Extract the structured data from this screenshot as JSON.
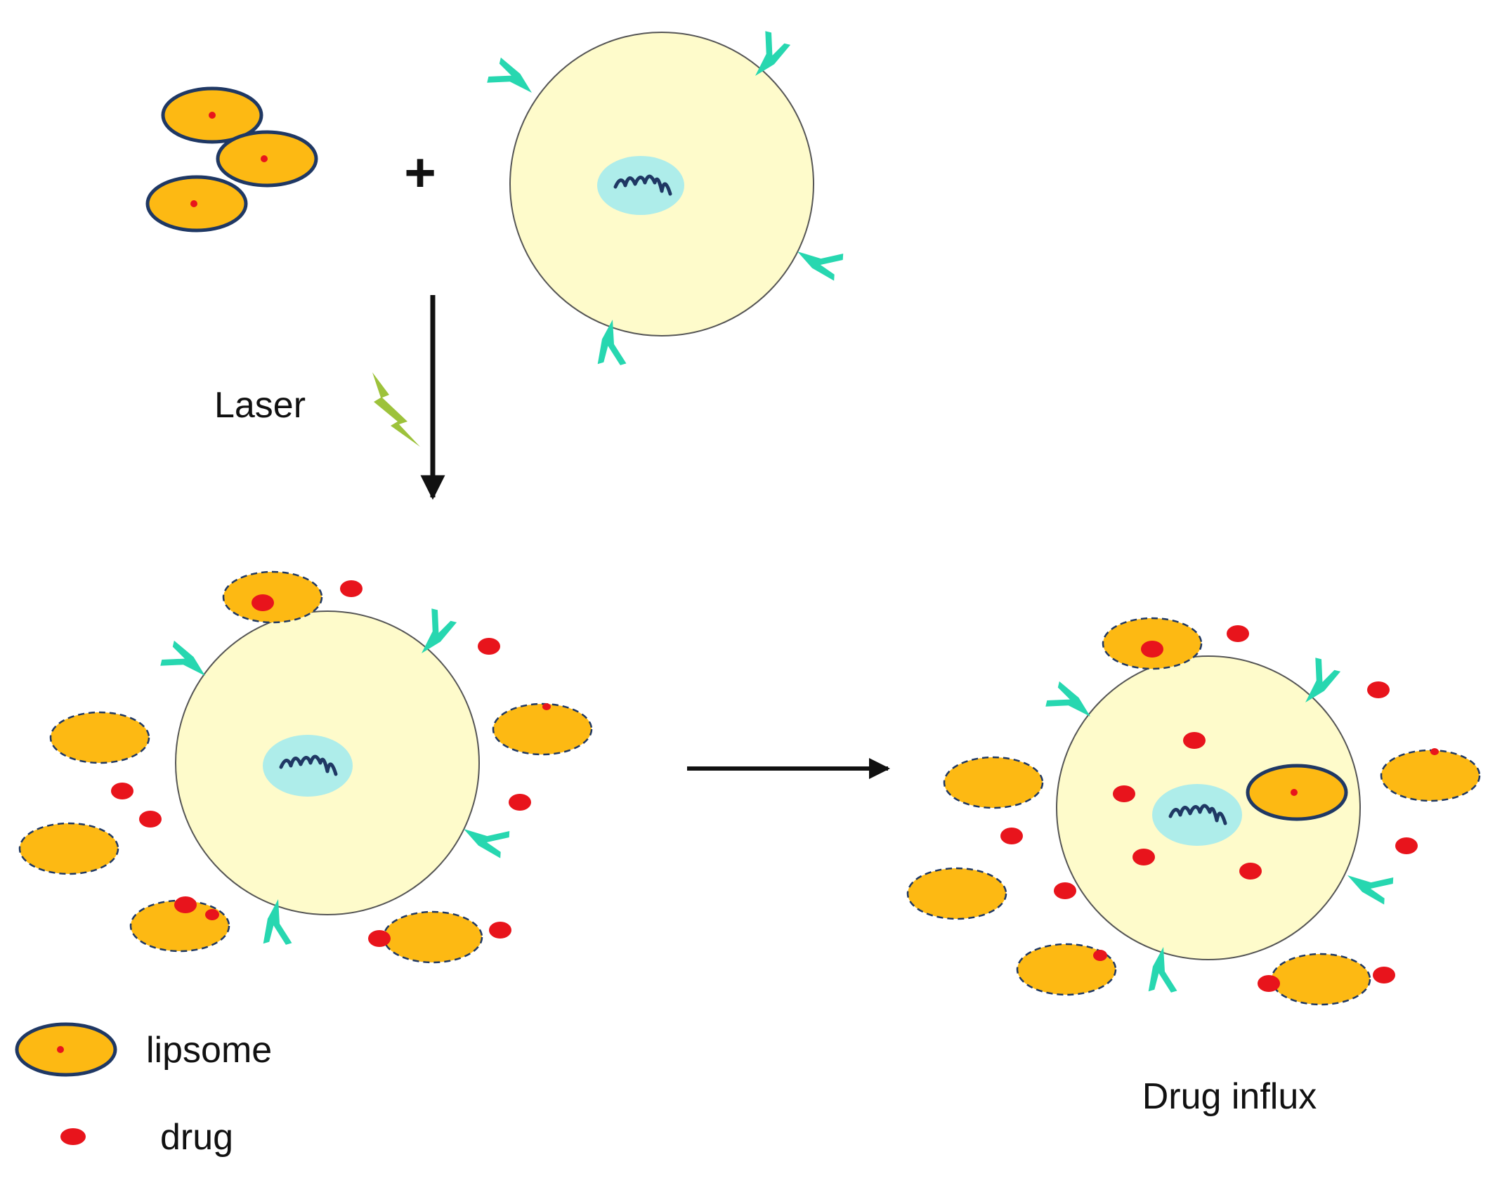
{
  "labels": {
    "plus": "+",
    "laser": "Laser",
    "caption": "Drug influx"
  },
  "legend": {
    "liposome": "lipsome",
    "drug": "drug"
  },
  "colors": {
    "liposome_fill": "#FDB913",
    "liposome_outline": "#1F3864",
    "drug": "#E8141C",
    "cell_fill": "#FEFBCB",
    "nucleus_fill": "#AEEDEA",
    "receptor": "#27D7B0",
    "lightning": "#9DC23B",
    "dna": "#1F3864"
  },
  "icons": {
    "receptor": "receptor-icon",
    "lightning": "lightning-icon",
    "dna": "dna-strand-icon"
  }
}
